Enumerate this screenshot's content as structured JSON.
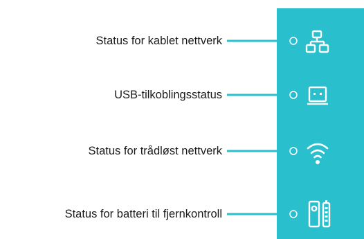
{
  "colors": {
    "panel": "#29BFCD",
    "connector": "#29BFCD",
    "icon": "#ffffff"
  },
  "indicators": [
    {
      "label": "Status for kablet nettverk",
      "icon": "wired-network-icon"
    },
    {
      "label": "USB-tilkoblingsstatus",
      "icon": "usb-device-icon"
    },
    {
      "label": "Status for trådløst nettverk",
      "icon": "wifi-icon"
    },
    {
      "label": "Status for batteri til fjernkontroll",
      "icon": "remote-battery-icon"
    }
  ]
}
